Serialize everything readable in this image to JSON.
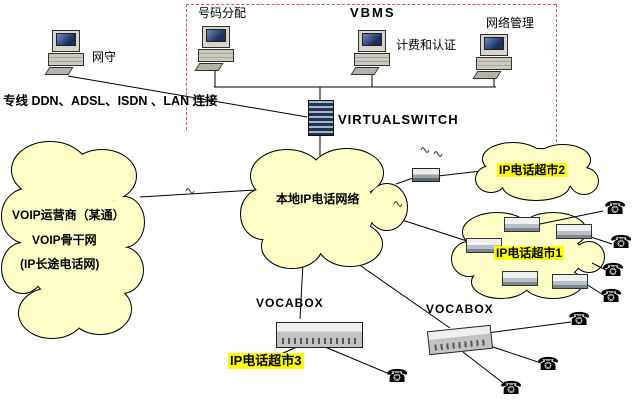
{
  "management_zone": {
    "number_allocation_label": "号码分配",
    "vbms_label": "VBMS",
    "billing_auth_label": "计费和认证",
    "network_mgmt_label": "网络管理"
  },
  "gatekeeper_label": "网守",
  "access_text": "专线 DDN、ADSL、ISDN 、LAN 连接",
  "virtualswitch_label": "VIRTUALSWITCH",
  "voip_cloud": {
    "line1": "VOIP运营商（某通）",
    "line2": "VOIP骨干网",
    "line3": "(IP长途电话网)"
  },
  "local_cloud_label": "本地IP电话网络",
  "supermarket1_label": "IP电话超市1",
  "supermarket2_label": "IP电话超市2",
  "supermarket3_label": "IP电话超市3",
  "vocabox_left_label": "VOCABOX",
  "vocabox_right_label": "VOCABOX",
  "icons": {
    "phone": "☎"
  },
  "colors": {
    "cloud_fill": "#ffffc8",
    "highlight": "#ffff00",
    "zone_border": "#dd5555"
  }
}
